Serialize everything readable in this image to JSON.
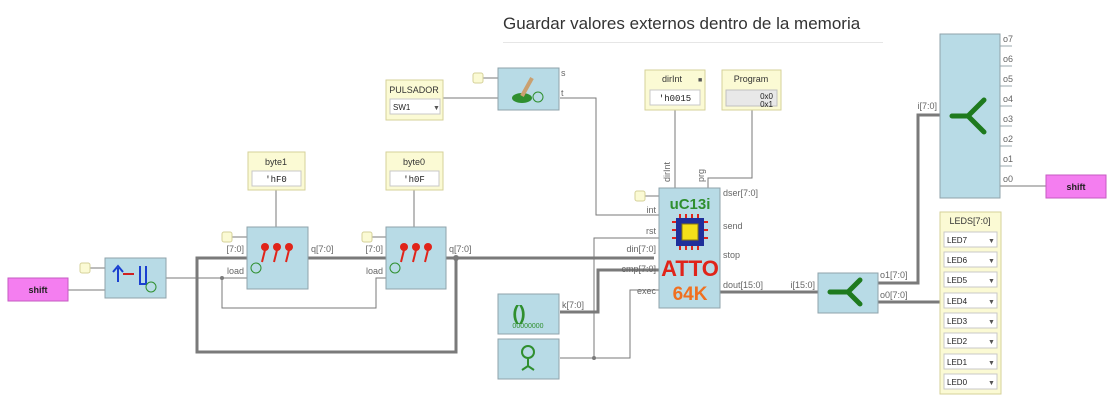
{
  "title": "Guardar valores externos dentro de la memoria",
  "inputs": {
    "shift_in_label": "shift",
    "shift_out_label": "shift"
  },
  "pulsador": {
    "label": "PULSADOR",
    "value": "SW1"
  },
  "button_block": {
    "port_s": "s",
    "port_t": "t"
  },
  "byte1": {
    "label": "byte1",
    "value": "'hF0"
  },
  "byte0": {
    "label": "byte0",
    "value": "'h0F"
  },
  "register1": {
    "in": "[7:0]",
    "out": "q[7:0]",
    "load": "load"
  },
  "register0": {
    "in": "[7:0]",
    "out": "q[7:0]",
    "load": "load"
  },
  "dirint": {
    "label": "dirInt",
    "value": "'h0015"
  },
  "program": {
    "label": "Program",
    "line1": "0x0",
    "line2": "0x1"
  },
  "cpu": {
    "name1": "uC13i",
    "name2": "ATTO",
    "name3": "64K",
    "port_dirint": "dirInt",
    "port_prg": "prg",
    "port_int": "int",
    "port_rst": "rst",
    "port_din": "din[7:0]",
    "port_cmp": "cmp[7:0]",
    "port_exec": "exec",
    "port_dser": "dser[7:0]",
    "port_send": "send",
    "port_stop": "stop",
    "port_dout": "dout[15:0]"
  },
  "const_block": {
    "port": "k[7:0]"
  },
  "split16": {
    "in": "i[15:0]",
    "o1": "o1[7:0]",
    "o0": "o0[7:0]"
  },
  "split8": {
    "in": "i[7:0]",
    "outputs": [
      "o7",
      "o6",
      "o5",
      "o4",
      "o3",
      "o2",
      "o1",
      "o0"
    ]
  },
  "leds": {
    "label": "LEDS[7:0]",
    "items": [
      "LED7",
      "LED6",
      "LED5",
      "LED4",
      "LED3",
      "LED2",
      "LED1",
      "LED0"
    ]
  },
  "colors": {
    "block_fill": "#b8dbe6",
    "block_border": "#9aa7ad",
    "label_fill": "#fbfad4",
    "label_border": "#d6d19a",
    "wire": "#777777",
    "input_pink": "#f47ef0",
    "chip_green": "#2f8f2f",
    "atto_red": "#e0241a"
  }
}
